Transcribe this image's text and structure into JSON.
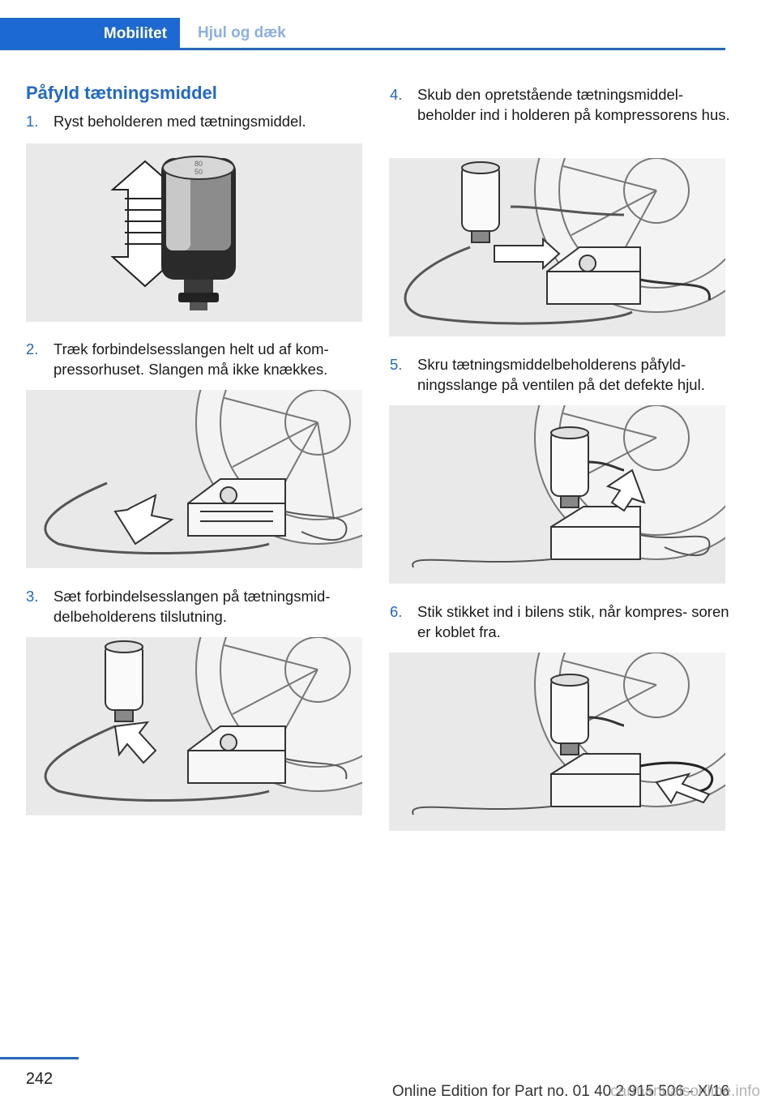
{
  "header": {
    "active_tab": "Mobilitet",
    "inactive_tab": "Hjul og dæk"
  },
  "section": {
    "title": "Påfyld tætningsmiddel"
  },
  "steps": [
    {
      "number": "1.",
      "text": "Ryst beholderen med tætningsmiddel.",
      "illustration": "shake-bottle"
    },
    {
      "number": "2.",
      "text": "Træk forbindelsesslangen helt ud af kom‐ pressorhuset. Slangen må ikke knækkes.",
      "illustration": "pull-hose-from-compressor"
    },
    {
      "number": "3.",
      "text": "Sæt forbindelsesslangen på tætningsmid‐ delbeholderens tilslutning.",
      "illustration": "connect-hose-to-bottle"
    },
    {
      "number": "4.",
      "text": "Skub den opretstående tætningsmiddel‐ beholder ind i holderen på kompressorens hus.",
      "illustration": "push-bottle-into-holder"
    },
    {
      "number": "5.",
      "text": "Skru tætningsmiddelbeholderens påfyld‐ ningsslange på ventilen på det defekte hjul.",
      "illustration": "screw-hose-on-valve"
    },
    {
      "number": "6.",
      "text": "Stik stikket ind i bilens stik, når kompres‐ soren er koblet fra.",
      "illustration": "plug-into-socket"
    }
  ],
  "illustration_text": {
    "bottle_label": "80\n50"
  },
  "footer": {
    "page_number": "242",
    "edition_text": "Online Edition for Part no. 01 40 2 915 506 - X/16",
    "watermark": "carmanualsonline.info"
  },
  "colors": {
    "accent": "#1c69d4",
    "accent_light": "#8ab0e6",
    "illustration_bg": "#e9e9e9"
  }
}
